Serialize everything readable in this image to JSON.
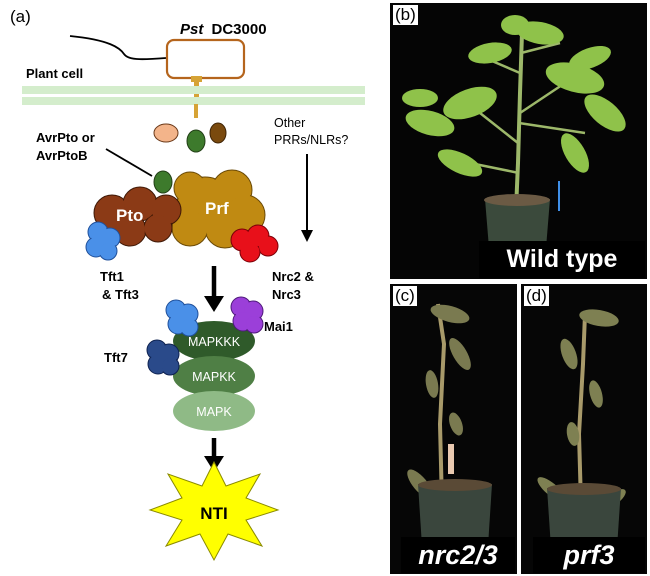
{
  "panels": {
    "a": "(a)",
    "b": "(b)",
    "c": "(c)",
    "d": "(d)"
  },
  "pathogen": {
    "species": "Pst",
    "strain": "DC3000"
  },
  "labels": {
    "plant_cell": "Plant cell",
    "avr_line1": "AvrPto or",
    "avr_line2": "AvrPtoB",
    "other_line1": "Other",
    "other_line2": "PRRs/NLRs?",
    "pto": "Pto",
    "prf": "Prf",
    "tft13_line1": "Tft1",
    "tft13_line2": "& Tft3",
    "nrc_line1": "Nrc2 &",
    "nrc_line2": "Nrc3",
    "mai1": "Mai1",
    "tft7": "Tft7",
    "mapkkk": "MAPKKK",
    "mapkk": "MAPKK",
    "mapk": "MAPK",
    "nti": "NTI"
  },
  "photos": {
    "b_caption": "Wild type",
    "c_caption": "nrc2/3",
    "d_caption": "prf3"
  },
  "colors": {
    "membrane": "#d4edcc",
    "pathogen_border": "#b5651d",
    "pto": "#8b3a16",
    "prf": "#c08a12",
    "tft": "#4a90e8",
    "nrc": "#e8101a",
    "mai1": "#9b3fd9",
    "tft7": "#2a4a8a",
    "mapkkk": "#2f5a2a",
    "mapkk": "#4f7f45",
    "mapk": "#8fba86",
    "nti": "#ffff00"
  }
}
